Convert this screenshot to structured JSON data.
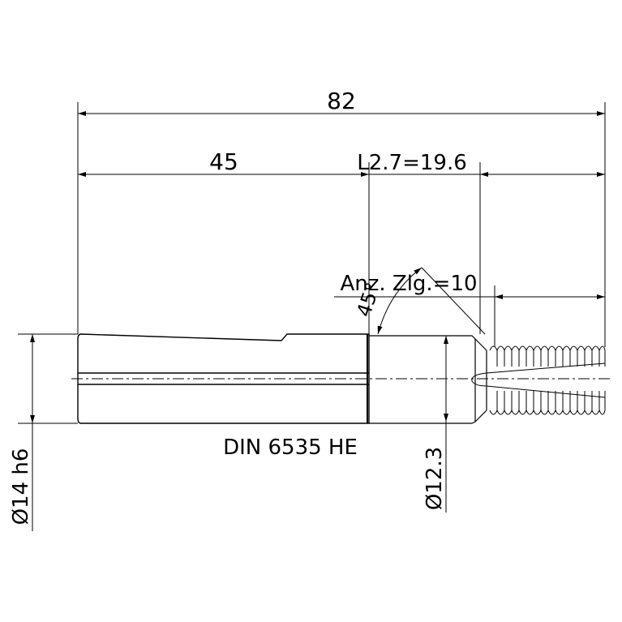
{
  "labels": {
    "overall_length": "82",
    "shank_length": "45",
    "thread_length": "L2.7=19.6",
    "tooth_count": "Anz. Zlg.=10",
    "angle": "45°",
    "shank_standard": "DIN 6535 HE",
    "shank_diameter": "Ø14 h6",
    "neck_diameter": "Ø12.3"
  },
  "colors": {
    "line": "#000000",
    "background": "#ffffff"
  }
}
